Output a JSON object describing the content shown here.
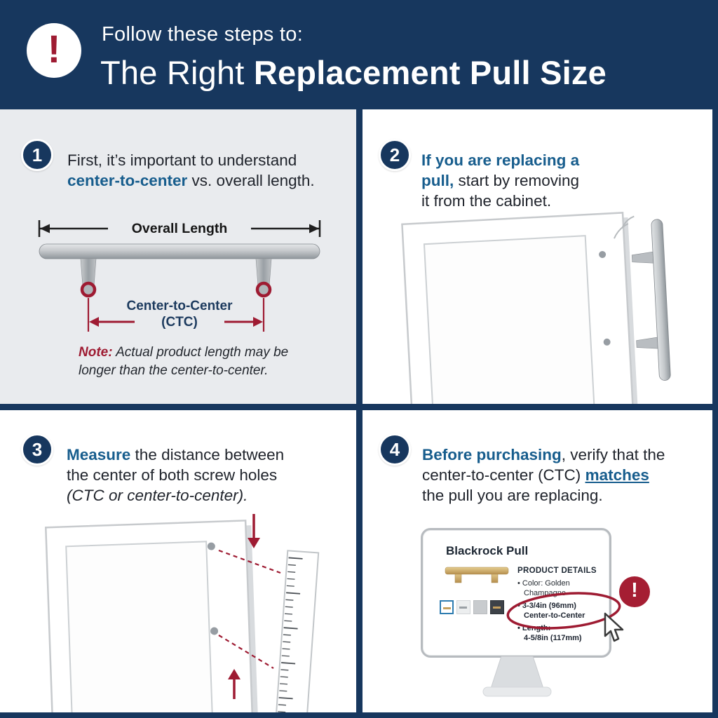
{
  "colors": {
    "navy": "#17375e",
    "accent_blue": "#175d8d",
    "crimson": "#9e1b32",
    "panel_gray": "#e9ebee"
  },
  "header": {
    "alert_mark": "!",
    "intro": "Follow these steps to:",
    "title_regular": "The Right ",
    "title_bold": "Replacement Pull Size"
  },
  "step1": {
    "number": "1",
    "line1": "First, it’s important to understand",
    "line2_bold": "center-to-center",
    "line2_rest": " vs. overall length.",
    "diagram": {
      "overall_length_label": "Overall Length",
      "ctc_label": "Center-to-Center",
      "ctc_abbr": "(CTC)"
    },
    "note_label": "Note:",
    "note_text": " Actual product length may be longer than the center-to-center."
  },
  "step2": {
    "number": "2",
    "line1_bold": "If you are replacing a",
    "line2_bold": "pull,",
    "line2_rest": " start by removing",
    "line3": "it from the cabinet."
  },
  "step3": {
    "number": "3",
    "line1_bold": "Measure",
    "line1_rest": " the distance between",
    "line2": "the center of both screw holes",
    "line3_italic": "(CTC or center-to-center)."
  },
  "step4": {
    "number": "4",
    "line1_bold": "Before purchasing",
    "line1_rest": ", verify that the",
    "line2_rest": "center-to-center (CTC) ",
    "line2_bold_underline": "matches",
    "line3": "the pull you are replacing.",
    "monitor": {
      "product_name": "Blackrock Pull",
      "details_header": "PRODUCT DETAILS",
      "color_line1": "• Color: Golden",
      "color_line2": "Champagne",
      "ctc_line1": "• 3-3/4in (96mm)",
      "ctc_line2": "Center-to-Center",
      "length_line1": "• Length:",
      "length_line2": "4-5/8in (117mm)",
      "alert_mark": "!"
    }
  }
}
